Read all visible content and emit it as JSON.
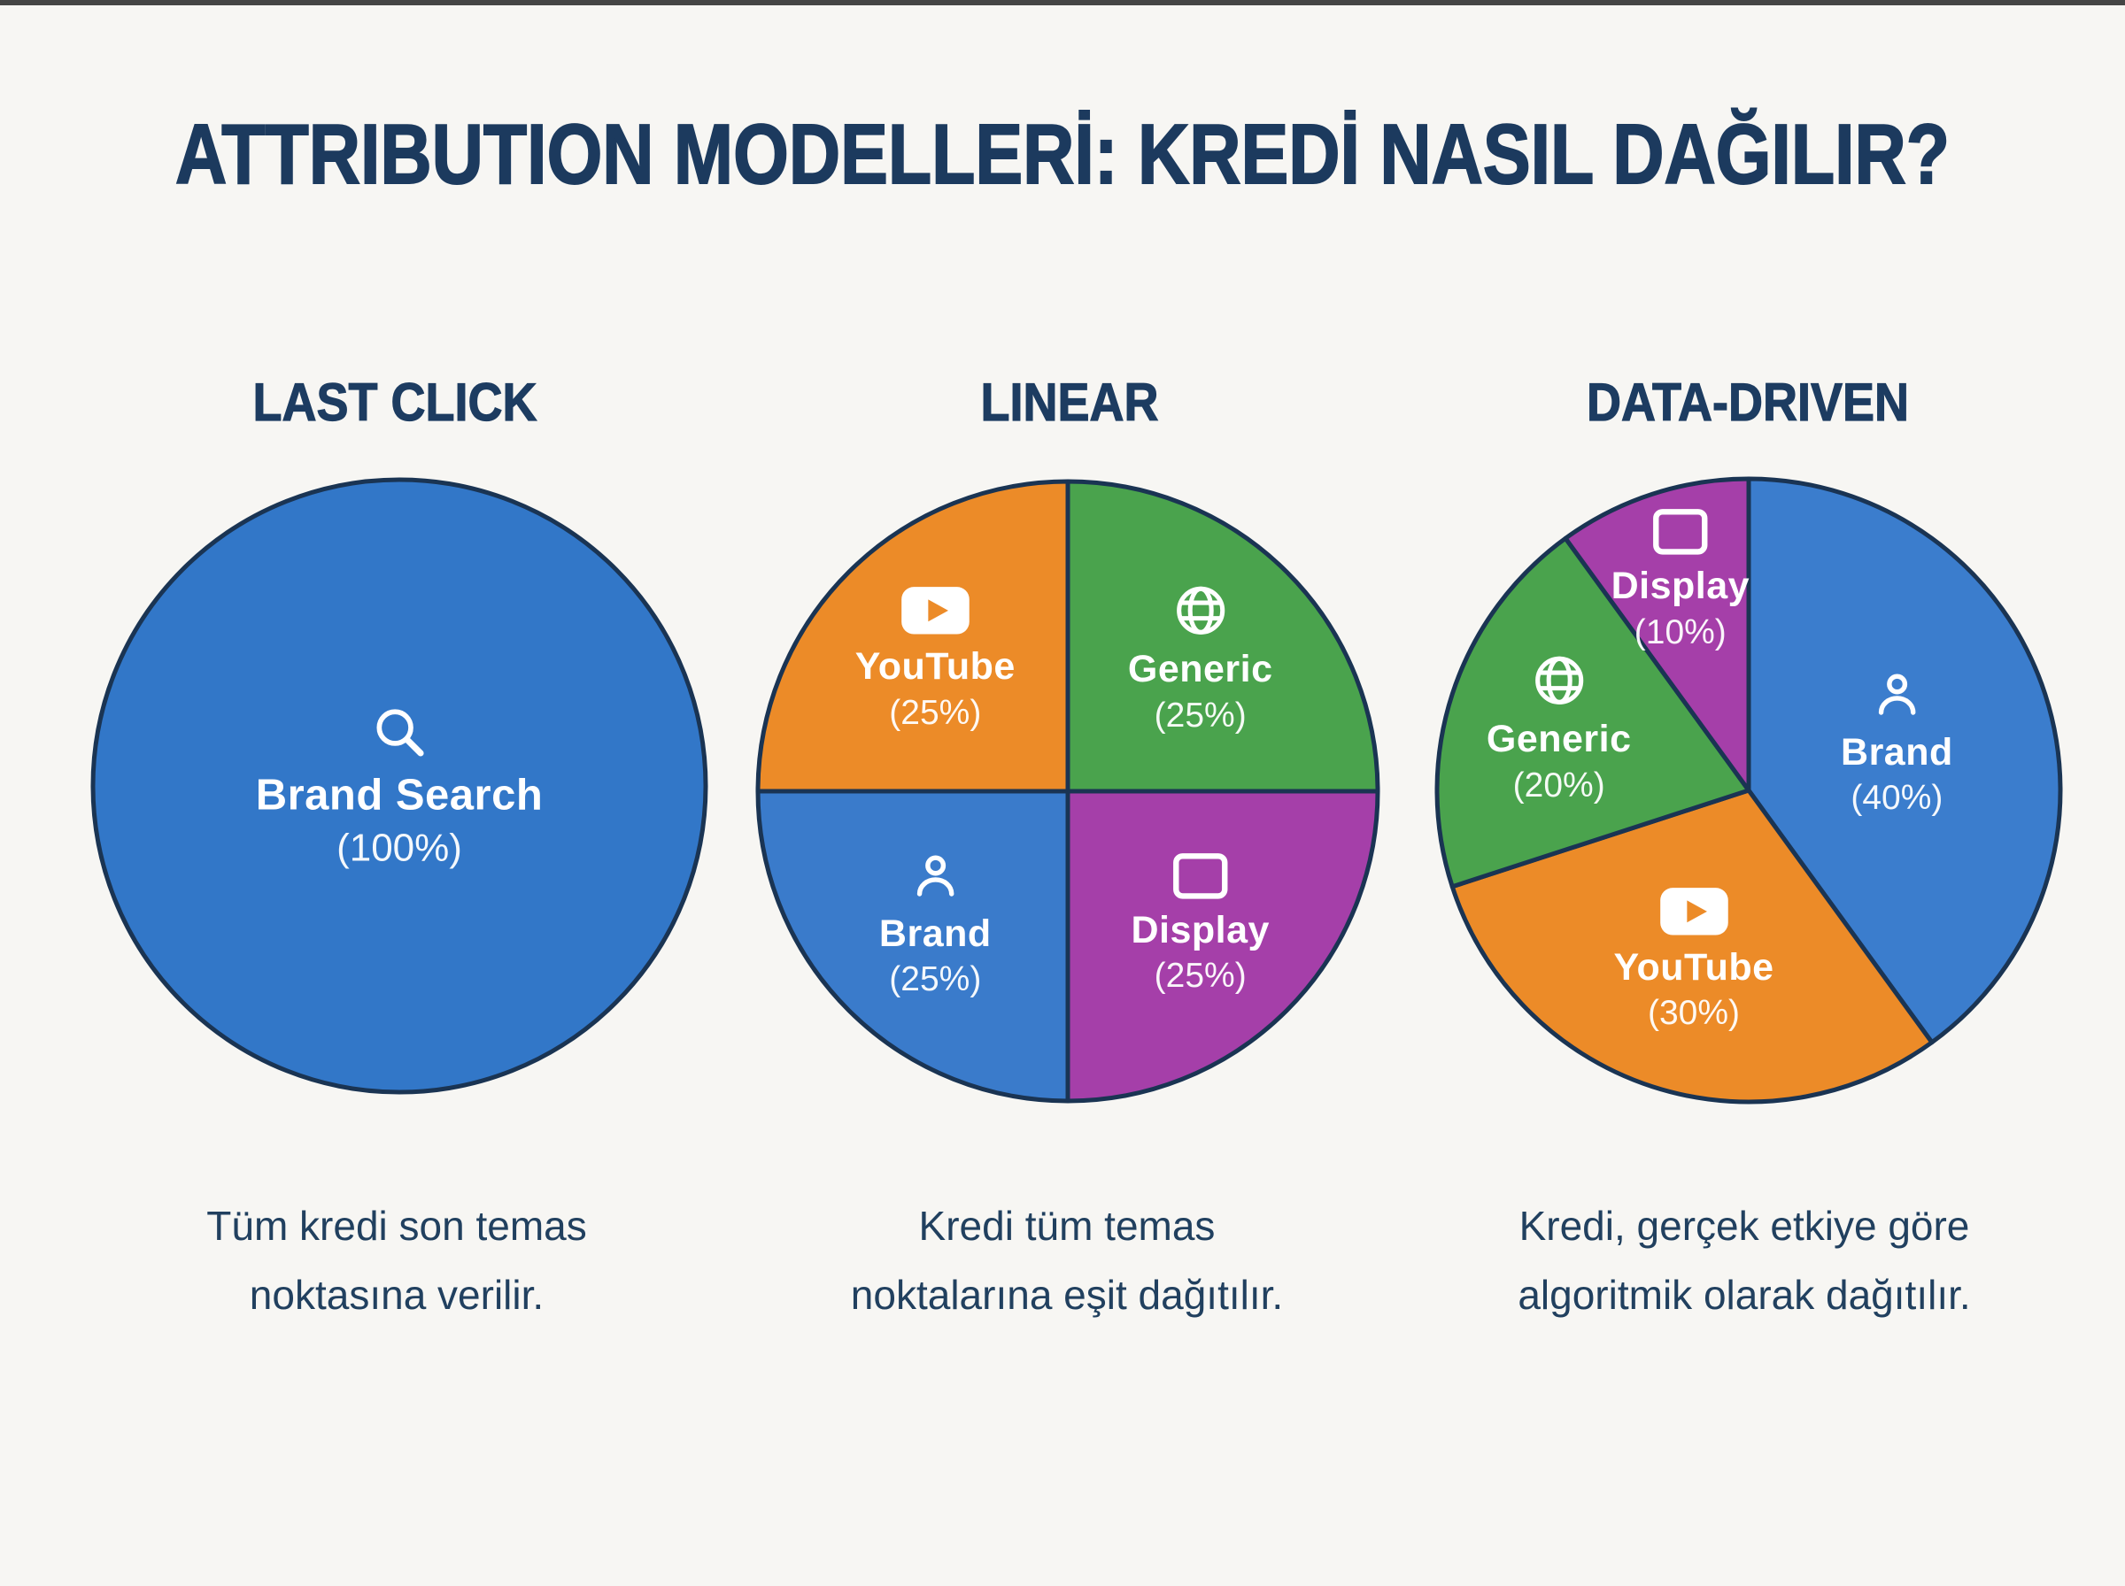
{
  "title": "ATTRIBUTION MODELLERİ: KREDİ NASIL DAĞILIR?",
  "colors": {
    "background": "#f7f6f3",
    "title_text": "#1c3a5e",
    "heading_text": "#1d3c61",
    "caption_text": "#21405f",
    "pie_outline": "#1a3453",
    "slice_label_text": "#ffffff",
    "top_strip": "#262626"
  },
  "chart_data": [
    {
      "type": "pie",
      "model": "LAST CLICK",
      "start_angle_deg": 0,
      "direction": "clockwise",
      "caption": "Tüm kredi son temas noktasına verilir.",
      "caption_lines": [
        "Tüm kredi son temas",
        "noktasına verilir."
      ],
      "slices": [
        {
          "label": "Brand Search",
          "value_pct": 100,
          "pct_label": "(100%)",
          "color": "#3277c8",
          "icon": "search-icon"
        }
      ]
    },
    {
      "type": "pie",
      "model": "LINEAR",
      "start_angle_deg": 0,
      "direction": "clockwise",
      "caption": "Kredi tüm temas noktalarına eşit dağıtılır.",
      "caption_lines": [
        "Kredi tüm temas",
        "noktalarına eşit dağıtılır."
      ],
      "slices": [
        {
          "label": "Generic",
          "value_pct": 25,
          "pct_label": "(25%)",
          "color": "#4aa34d",
          "icon": "globe-icon"
        },
        {
          "label": "Display",
          "value_pct": 25,
          "pct_label": "(25%)",
          "color": "#a53fa9",
          "icon": "display-icon"
        },
        {
          "label": "Brand",
          "value_pct": 25,
          "pct_label": "(25%)",
          "color": "#3a7bcb",
          "icon": "person-icon"
        },
        {
          "label": "YouTube",
          "value_pct": 25,
          "pct_label": "(25%)",
          "color": "#ec8b28",
          "icon": "youtube-icon"
        }
      ]
    },
    {
      "type": "pie",
      "model": "DATA-DRIVEN",
      "start_angle_deg": 0,
      "direction": "clockwise",
      "caption": "Kredi, gerçek etkiye göre algoritmik olarak dağıtılır.",
      "caption_lines": [
        "Kredi, gerçek etkiye göre",
        "algoritmik olarak dağıtılır."
      ],
      "slices": [
        {
          "label": "Brand",
          "value_pct": 40,
          "pct_label": "(40%)",
          "color": "#3b7dcd",
          "icon": "person-icon"
        },
        {
          "label": "YouTube",
          "value_pct": 30,
          "pct_label": "(30%)",
          "color": "#ec8b28",
          "icon": "youtube-icon"
        },
        {
          "label": "Generic",
          "value_pct": 20,
          "pct_label": "(20%)",
          "color": "#4aa34d",
          "icon": "globe-icon"
        },
        {
          "label": "Display",
          "value_pct": 10,
          "pct_label": "(10%)",
          "color": "#a53fa9",
          "icon": "display-icon"
        }
      ]
    }
  ]
}
